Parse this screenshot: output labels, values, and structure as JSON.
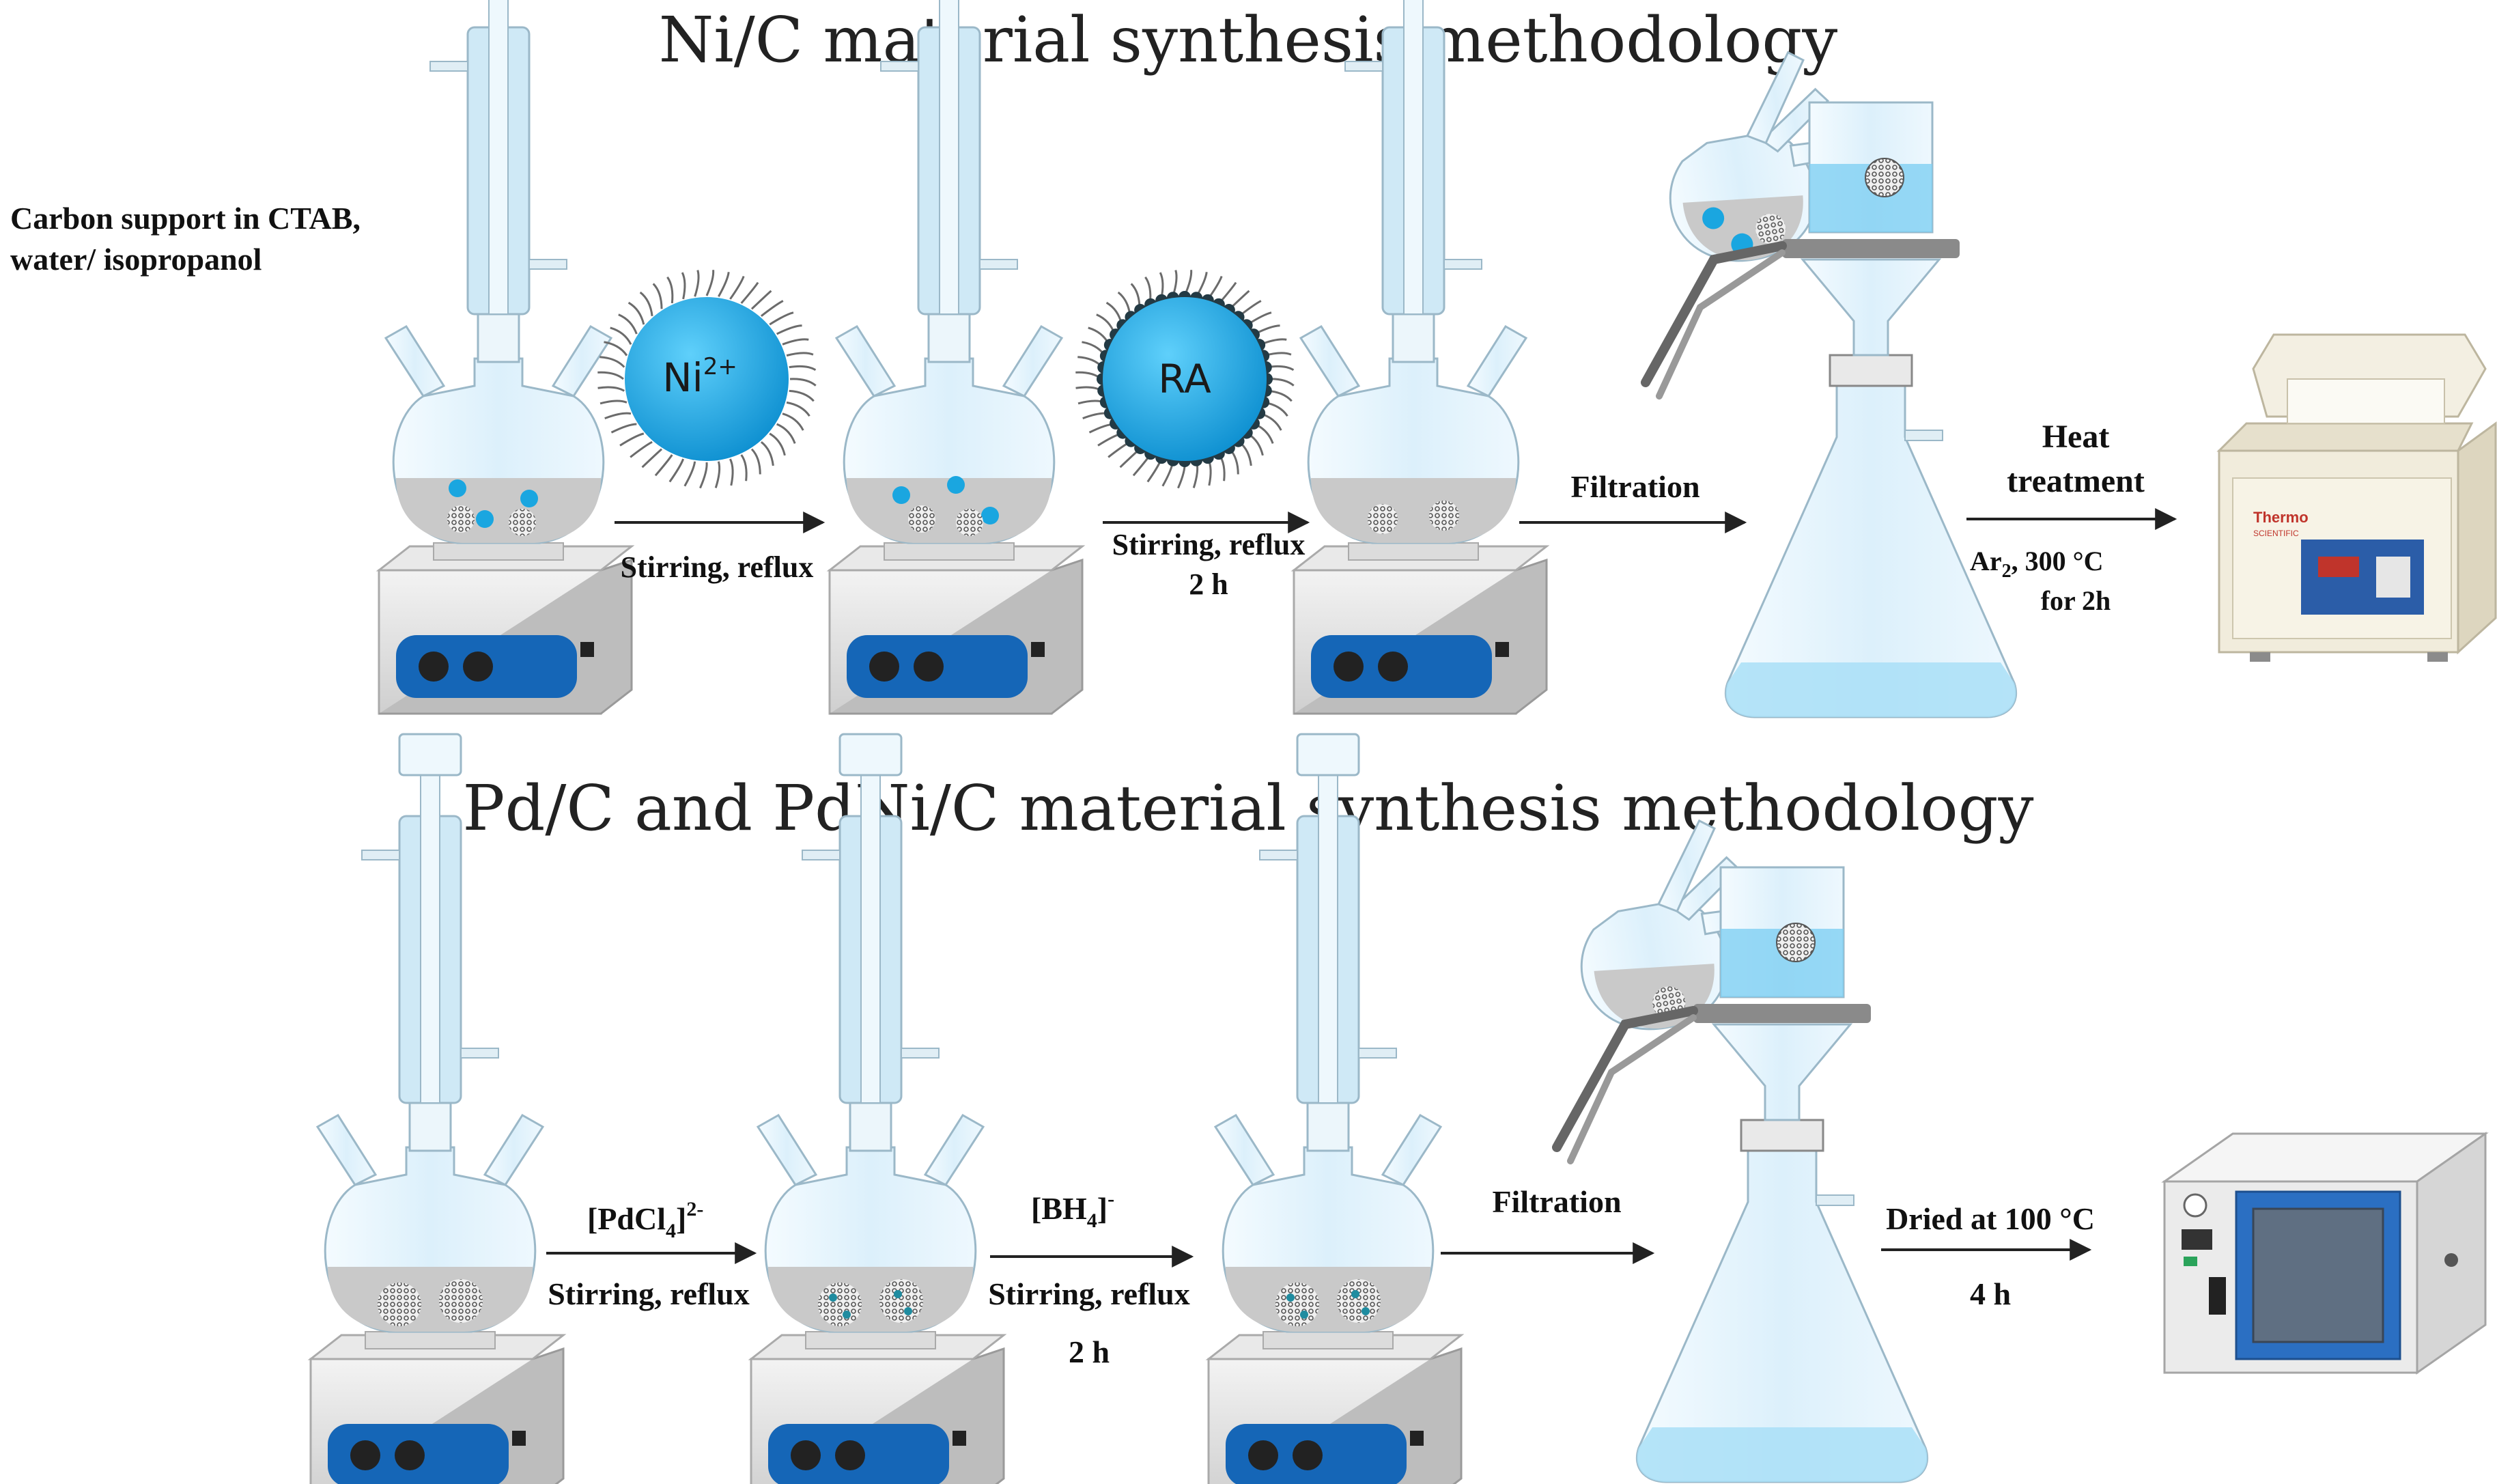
{
  "titles": {
    "top": "Ni/C material synthesis methodology",
    "bottom": "Pd/C and PdNi/C material synthesis methodology"
  },
  "top_row": {
    "start_label_line1": "Carbon support in CTAB,",
    "start_label_line2": "water/ isopropanol",
    "micelle1": {
      "base": "Ni",
      "sup": "2+"
    },
    "micelle2": {
      "text": "RA"
    },
    "step1": "Stirring, reflux",
    "step2_line1": "Stirring, reflux",
    "step2_line2": "2 h",
    "filtration": "Filtration",
    "heat_line1": "Heat",
    "heat_line2": "treatment",
    "cond_line1": {
      "base": "Ar",
      "sub": "2",
      "rest": ", 300 °C"
    },
    "cond_line2": "for 2h",
    "furnace_brand_line1": "Thermo",
    "furnace_brand_line2": "SCIENTIFIC"
  },
  "bottom_row": {
    "reagent1": {
      "base": "[PdCl",
      "sub": "4",
      "close": "]",
      "sup": "2-"
    },
    "step1": "Stirring, reflux",
    "reagent2": {
      "base": "[BH",
      "sub": "4",
      "close": "]",
      "sup": "-"
    },
    "step2_line1": "Stirring, reflux",
    "step2_line2": "2 h",
    "filtration": "Filtration",
    "dried": "Dried at 100 °C",
    "dried_time": "4 h"
  },
  "colors": {
    "micelle_blue": "#1aa6e0",
    "glass": "#dff1fb",
    "plate_blue": "#1566b7",
    "oven_door": "#2b6fc2"
  }
}
